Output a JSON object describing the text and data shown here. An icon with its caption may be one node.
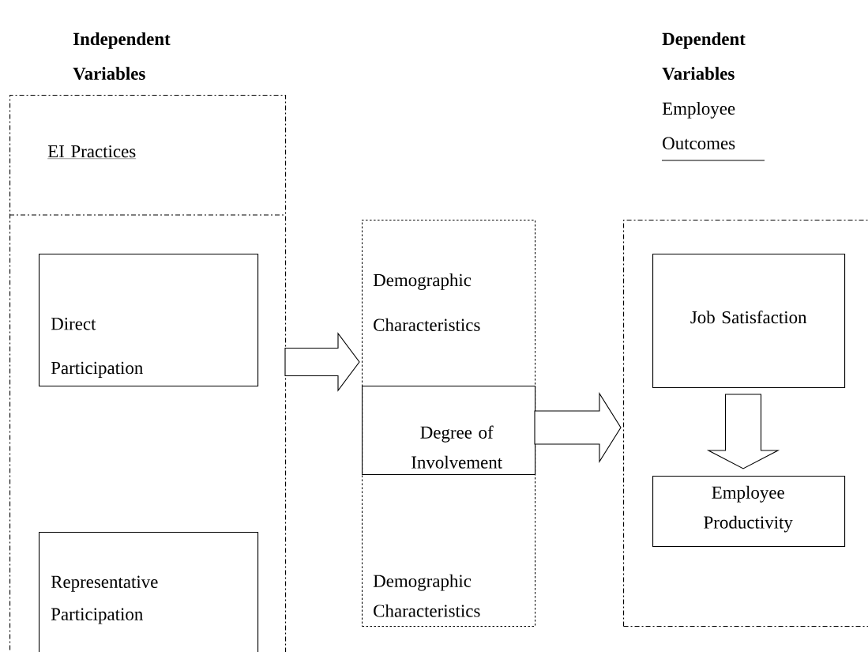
{
  "diagram": {
    "nodes": [
      {
        "text": [
          "EI Practices"
        ]
      },
      {
        "text": [
          "Direct Participation"
        ],
        "in": 0
      },
      {
        "text": [
          "Representative Participation"
        ],
        "in": 0
      },
      {
        "text": [
          "Demographic Characteristics",
          "Demographic Characteristics"
        ]
      },
      {
        "text": [
          "Degree of Involvement"
        ],
        "in": 3
      },
      {
        "text": [],
        "shape": "box"
      },
      {
        "text": [
          "Job Satisfaction"
        ],
        "in": 5
      },
      {
        "text": [
          "Employee Productivity"
        ],
        "in": 5
      }
    ],
    "edges": [
      {
        "from": 0,
        "to": 3,
        "arrow": "to"
      },
      {
        "from": 4,
        "to": 5,
        "arrow": "to"
      },
      {
        "from": 6,
        "to": 7,
        "arrow": "to"
      }
    ],
    "labels": [
      "Independent Variables",
      "Dependent Variables",
      "Employee Outcomes"
    ]
  }
}
